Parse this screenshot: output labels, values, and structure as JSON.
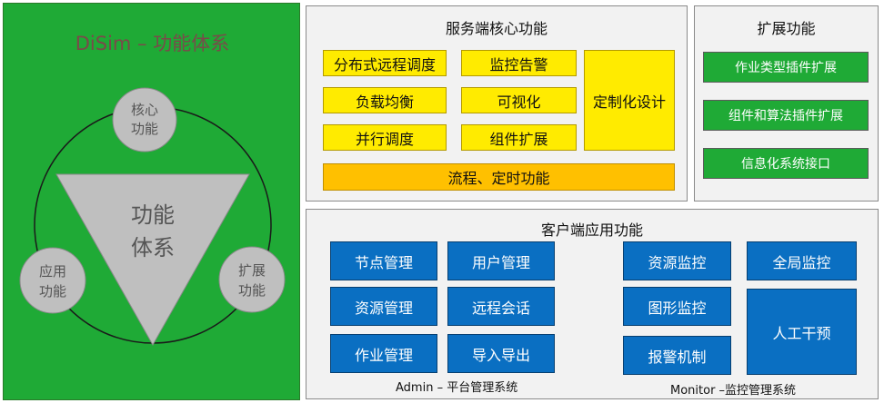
{
  "left": {
    "title": "DiSim – 功能体系",
    "center": [
      "功能",
      "体系"
    ],
    "circles": {
      "core": [
        "核心",
        "功能"
      ],
      "app": [
        "应用",
        "功能"
      ],
      "ext": [
        "扩展",
        "功能"
      ]
    }
  },
  "server": {
    "title": "服务端核心功能",
    "items": [
      "分布式远程调度",
      "监控告警",
      "负载均衡",
      "可视化",
      "并行调度",
      "组件扩展"
    ],
    "custom": "定制化设计",
    "flow": "流程、定时功能"
  },
  "extension": {
    "title": "扩展功能",
    "items": [
      "作业类型插件扩展",
      "组件和算法插件扩展",
      "信息化系统接口"
    ]
  },
  "client": {
    "title": "客户端应用功能",
    "admin": {
      "caption": "Admin – 平台管理系统",
      "items": [
        "节点管理",
        "用户管理",
        "资源管理",
        "远程会话",
        "作业管理",
        "导入导出"
      ]
    },
    "monitor": {
      "caption": "Monitor –监控管理系统",
      "items": [
        "资源监控",
        "全局监控",
        "图形监控",
        "人工干预",
        "报警机制"
      ]
    }
  }
}
